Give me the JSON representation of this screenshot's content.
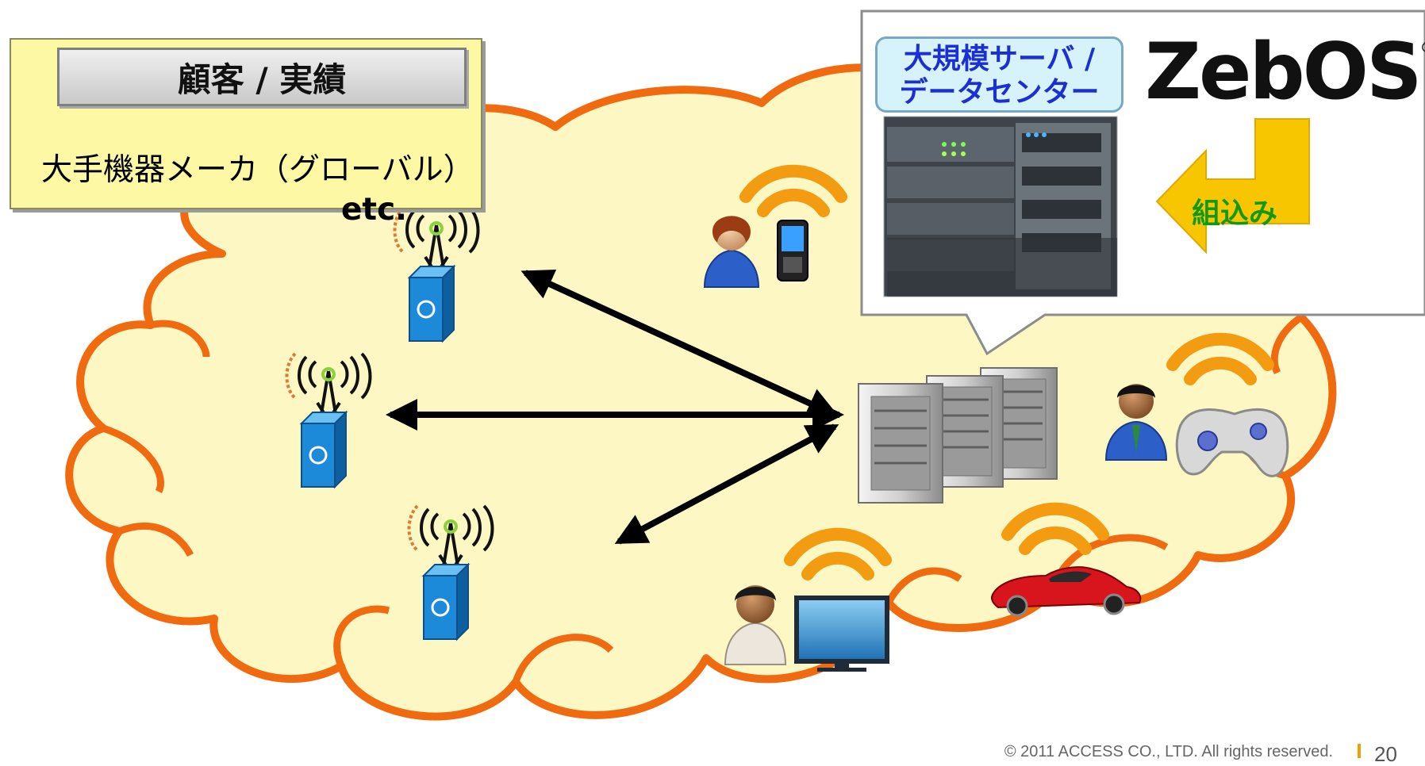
{
  "customer_box": {
    "title": "顧客 / 実績",
    "line1": "大手機器メーカ（グローバル）",
    "line2": "etc."
  },
  "callout": {
    "label_line1": "大規模サーバ /",
    "label_line2": "データセンター",
    "logo_text": "ZebOS",
    "logo_mark": "®",
    "embed_label": "組込み"
  },
  "footer": {
    "copyright": "© 2011 ACCESS CO., LTD. All rights reserved.",
    "page_number": "20"
  },
  "icons": [
    "base-station-icon",
    "base-station-icon",
    "base-station-icon",
    "server-rack-icon",
    "person-with-phone-icon",
    "person-with-game-controller-icon",
    "person-with-tv-icon",
    "car-icon",
    "wifi-icon",
    "server-photo",
    "double-arrow-icon"
  ],
  "colors": {
    "cloud_fill": "#fdf7c3",
    "cloud_outline": "#f06a10",
    "note_fill": "#fcf8a4",
    "wifi": "#f39c12",
    "label_blue": "#1c2fd0",
    "embed_arrow": "#f7c600",
    "embed_text": "#119911"
  }
}
